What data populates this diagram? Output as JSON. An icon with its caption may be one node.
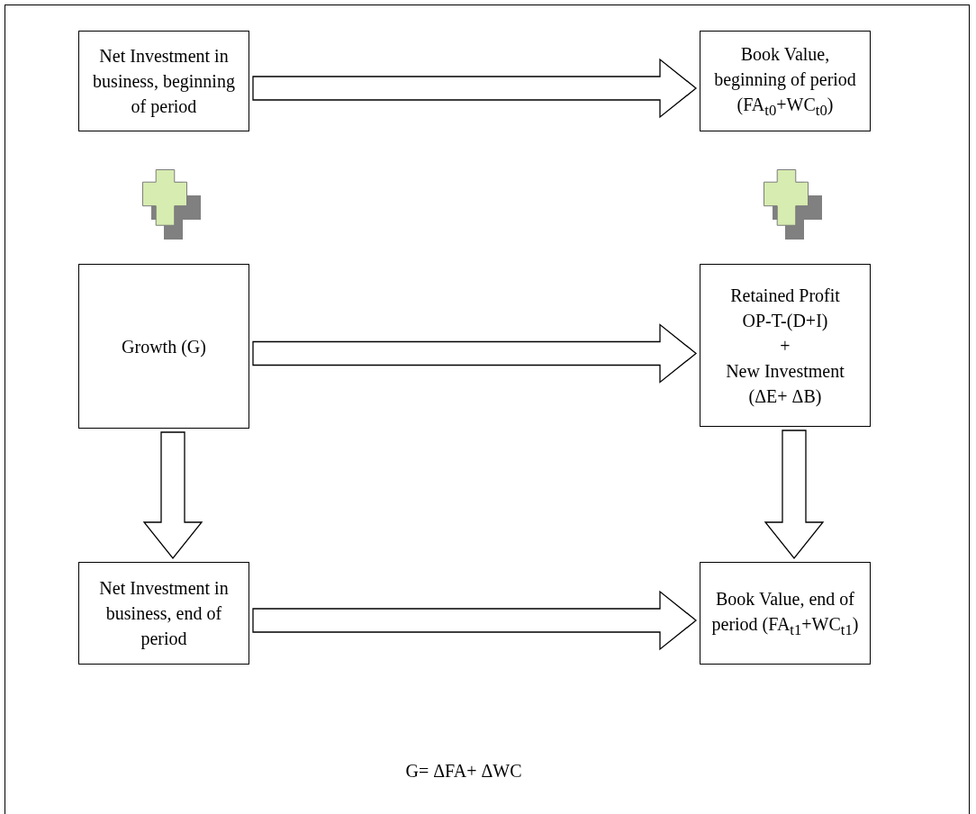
{
  "diagram": {
    "nodes": [
      {
        "text": [
          "Net Investment in business, beginning of period"
        ]
      },
      {
        "text": [
          "Book Value, beginning of period (FA$_{t0}$+WC$_{t0}$)"
        ]
      },
      {
        "text": [
          "Growth (G)"
        ]
      },
      {
        "text": [
          "Retained Profit",
          "OP-T-(D+I)",
          "+",
          "New Investment",
          "(ΔE+ ΔB)"
        ]
      },
      {
        "text": [
          "Net Investment in business, end of period"
        ]
      },
      {
        "text": [
          "Book Value, end of period (FA$_{t1}$+WC$_{t1}$)"
        ]
      }
    ],
    "edges": [
      {
        "from": 0,
        "to": 1,
        "arrow": "to"
      },
      {
        "from": 2,
        "to": 3,
        "arrow": "to"
      },
      {
        "from": 2,
        "to": 4,
        "arrow": "to"
      },
      {
        "from": 3,
        "to": 5,
        "arrow": "to"
      },
      {
        "from": 4,
        "to": 5,
        "arrow": "to"
      }
    ],
    "labels": [
      "G= ΔFA+ ΔWC"
    ]
  }
}
